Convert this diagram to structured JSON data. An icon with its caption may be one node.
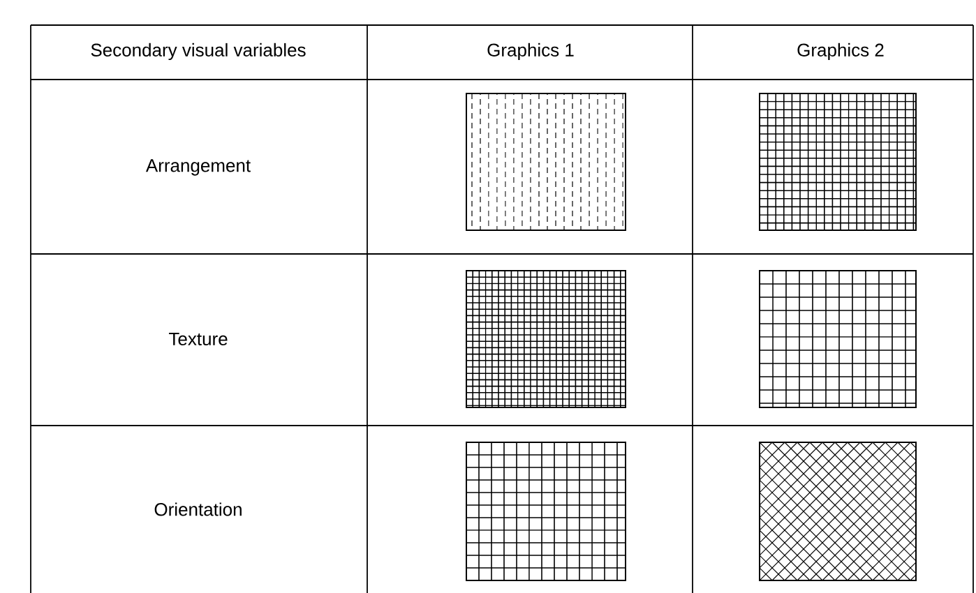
{
  "diagram": {
    "labels": [
      "Secondary visual variables",
      "Graphics 1",
      "Graphics 2",
      "Arrangement",
      "Texture",
      "Orientation"
    ]
  }
}
